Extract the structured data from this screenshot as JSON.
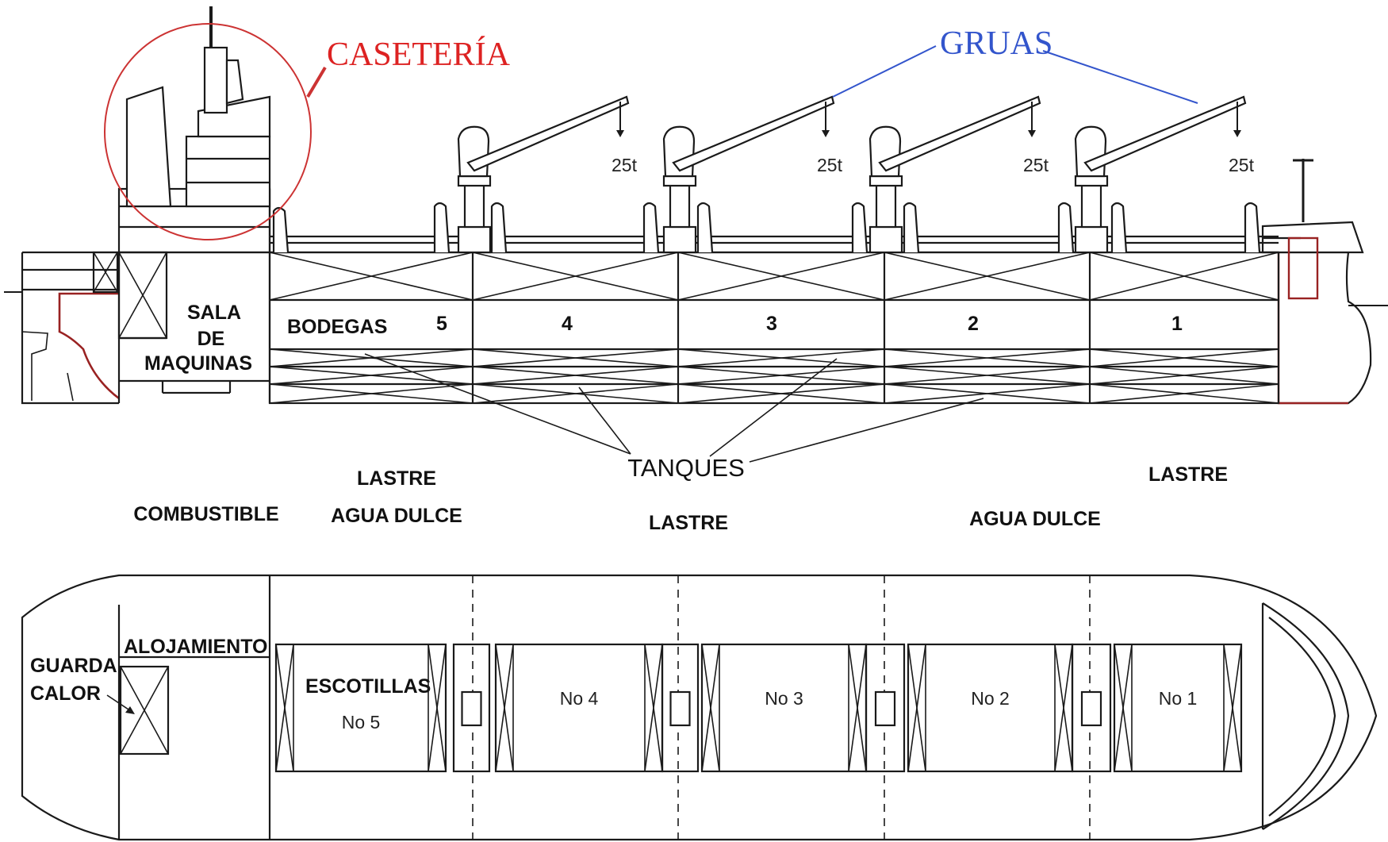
{
  "labels": {
    "caseteria": "CASETERÍA",
    "gruas": "GRUAS",
    "sala_line1": "SALA",
    "sala_line2": "DE",
    "sala_line3": "MAQUINAS",
    "bodegas": "BODEGAS",
    "tanques": "TANQUES",
    "lastre_left": "LASTRE",
    "agua_dulce_left": "AGUA DULCE",
    "combustible": "COMBUSTIBLE",
    "lastre_mid": "LASTRE",
    "agua_dulce_right": "AGUA DULCE",
    "lastre_right": "LASTRE",
    "guarda_line1": "GUARDA",
    "guarda_line2": "CALOR",
    "alojamiento": "ALOJAMIENTO",
    "escotillas": "ESCOTILLAS"
  },
  "holds": [
    "5",
    "4",
    "3",
    "2",
    "1"
  ],
  "crane_loads": [
    "25t",
    "25t",
    "25t",
    "25t"
  ],
  "hatches": [
    "No 5",
    "No 4",
    "No 3",
    "No 2",
    "No 1"
  ],
  "colors": {
    "caseteria": "#dd2222",
    "gruas": "#3355cc",
    "circle": "#cc3333",
    "hull_red": "#992222"
  }
}
